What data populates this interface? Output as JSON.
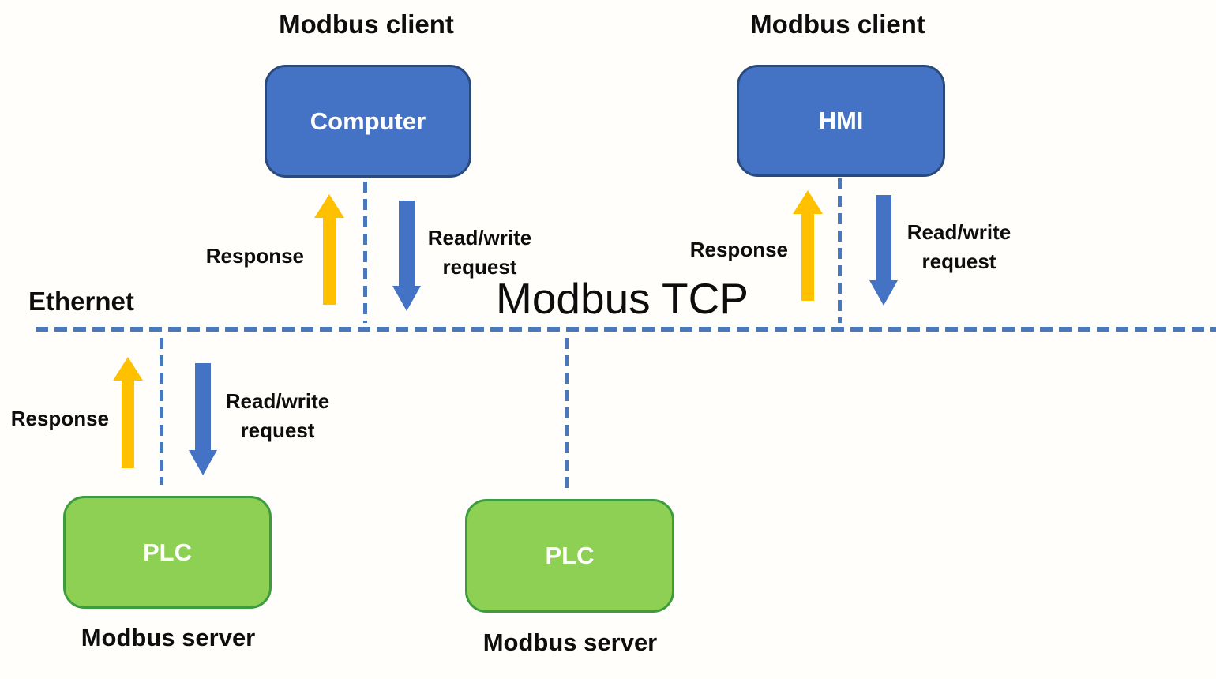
{
  "title": "Modbus TCP",
  "bus": {
    "label": "Ethernet"
  },
  "clients": [
    {
      "caption": "Modbus client",
      "device": "Computer"
    },
    {
      "caption": "Modbus client",
      "device": "HMI"
    }
  ],
  "servers": [
    {
      "device": "PLC",
      "caption": "Modbus server"
    },
    {
      "device": "PLC",
      "caption": "Modbus server"
    }
  ],
  "flows": [
    {
      "response": "Response",
      "request": "Read/write\nrequest"
    },
    {
      "response": "Response",
      "request": "Read/write\nrequest"
    },
    {
      "response": "Response",
      "request": "Read/write\nrequest"
    }
  ],
  "colors": {
    "client_fill": "#4472C4",
    "client_border": "#2A4A7C",
    "server_fill": "#8ED053",
    "server_border": "#3D9C3D",
    "response_arrow": "#FFC000",
    "request_arrow": "#4472C4",
    "bus_line": "#4A78BC",
    "text": "#0D0D0D"
  }
}
